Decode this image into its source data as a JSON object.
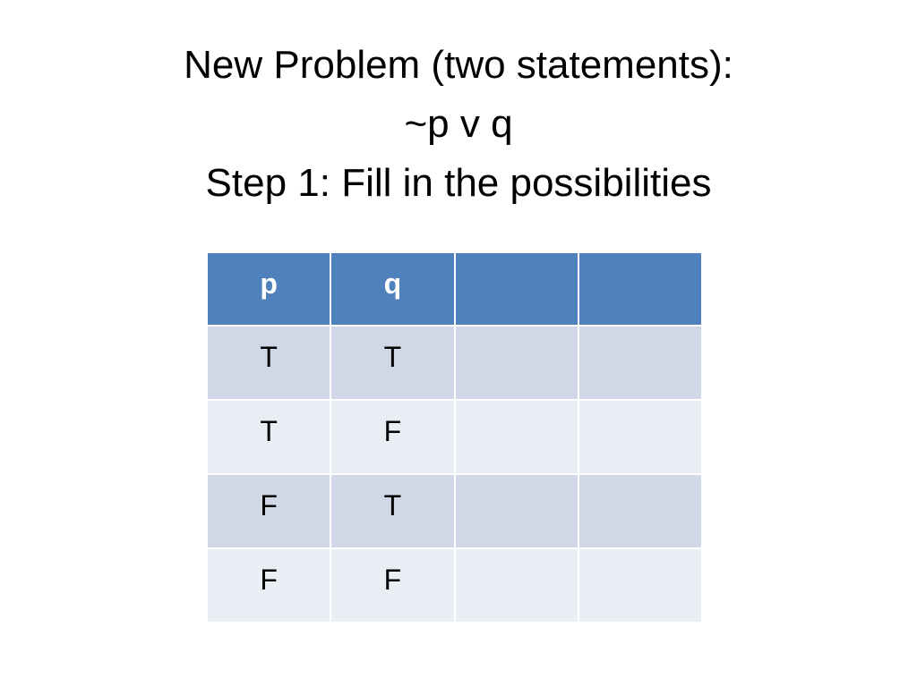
{
  "slide": {
    "title_lines": [
      "New Problem (two statements):",
      "~p v q",
      "Step 1: Fill in the possibilities"
    ]
  },
  "table": {
    "headers": [
      "p",
      "q",
      "",
      ""
    ],
    "rows": [
      [
        "T",
        "T",
        "",
        ""
      ],
      [
        "T",
        "F",
        "",
        ""
      ],
      [
        "F",
        "T",
        "",
        ""
      ],
      [
        "F",
        "F",
        "",
        ""
      ]
    ],
    "colors": {
      "header_bg": "#4f81bd",
      "band_dark": "#d0d8e8",
      "band_light": "#e9edf4"
    }
  }
}
